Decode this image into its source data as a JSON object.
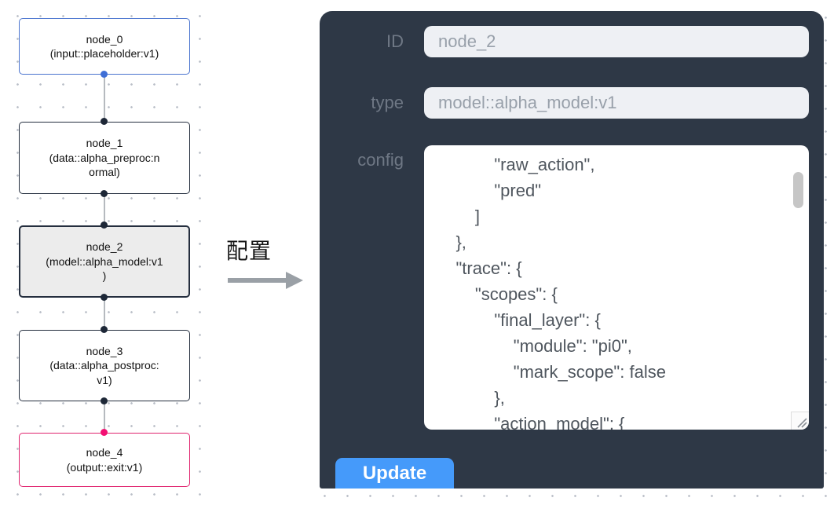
{
  "flow": {
    "nodes": [
      {
        "name": "node_0",
        "type_label": "(input::placeholder:v1)"
      },
      {
        "name": "node_1",
        "type_label": "(data::alpha_preproc:n\normal)"
      },
      {
        "name": "node_2",
        "type_label": "(model::alpha_model:v1\n)"
      },
      {
        "name": "node_3",
        "type_label": "(data::alpha_postproc:\nv1)"
      },
      {
        "name": "node_4",
        "type_label": "(output::exit:v1)"
      }
    ]
  },
  "annotation": {
    "label": "配置"
  },
  "panel": {
    "id_label": "ID",
    "id_value": "node_2",
    "type_label": "type",
    "type_value": "model::alpha_model:v1",
    "config_label": "config",
    "config_text": "            \"raw_action\",\n            \"pred\"\n        ]\n    },\n    \"trace\": {\n        \"scopes\": {\n            \"final_layer\": {\n                \"module\": \"pi0\",\n                \"mark_scope\": false\n            },\n            \"action_model\": {",
    "update_label": "Update"
  },
  "colors": {
    "panel_background": "#2e3846",
    "accent_button_blue": "#459afa",
    "input_node_border_blue": "#4a74cf",
    "output_node_border_pink": "#e0236e",
    "source_handle_blue": "#3f6fd6",
    "target_handle_pink": "#f31073",
    "default_node_border": "#242e3e",
    "selected_node_background": "#ececec"
  }
}
